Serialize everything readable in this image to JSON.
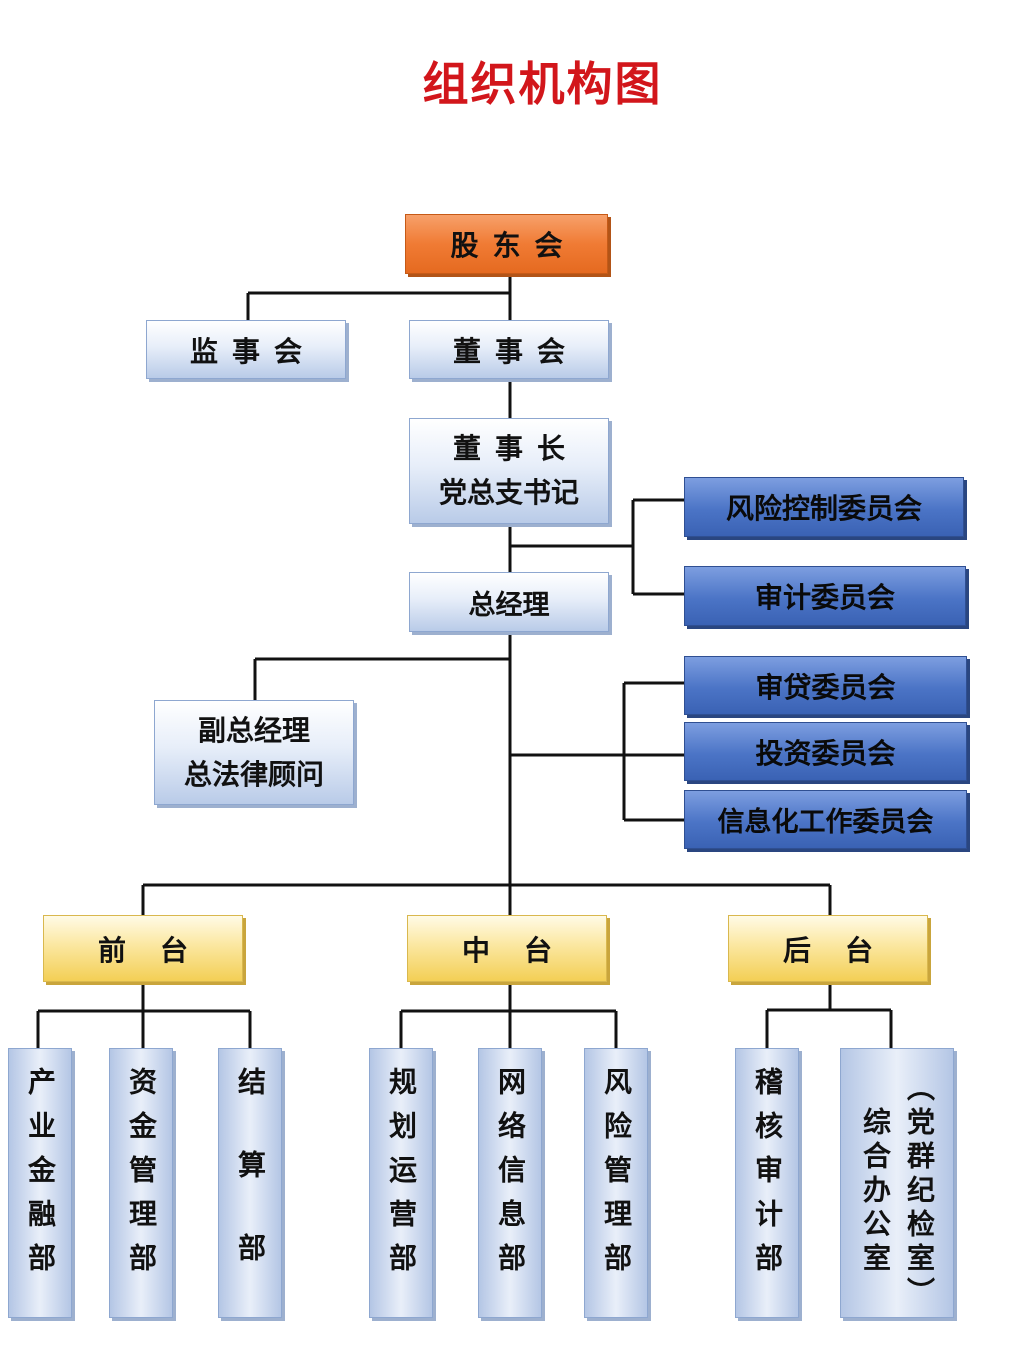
{
  "title": "组织机构图",
  "shareholders": "股东会",
  "supervisors": "监事会",
  "board": "董事会",
  "chairman": {
    "line1": "董事长",
    "line2": "党总支书记"
  },
  "gm": "总经理",
  "deputy": {
    "line1": "副总经理",
    "line2": "总法律顾问"
  },
  "committees": {
    "risk": "风险控制委员会",
    "audit": "审计委员会",
    "credit": "审贷委员会",
    "invest": "投资委员会",
    "it": "信息化工作委员会"
  },
  "tiers": {
    "front": "前台",
    "middle": "中台",
    "back": "后台"
  },
  "depts": {
    "industry_finance": "产业金融部",
    "funds": "资金管理部",
    "settlement": "结算部",
    "planning": "规划运营部",
    "network": "网络信息部",
    "risk_mgmt": "风险管理部",
    "audit_dept": "稽核审计部",
    "office_line1": "综合办公室",
    "office_line2": "（党群纪检室）"
  }
}
